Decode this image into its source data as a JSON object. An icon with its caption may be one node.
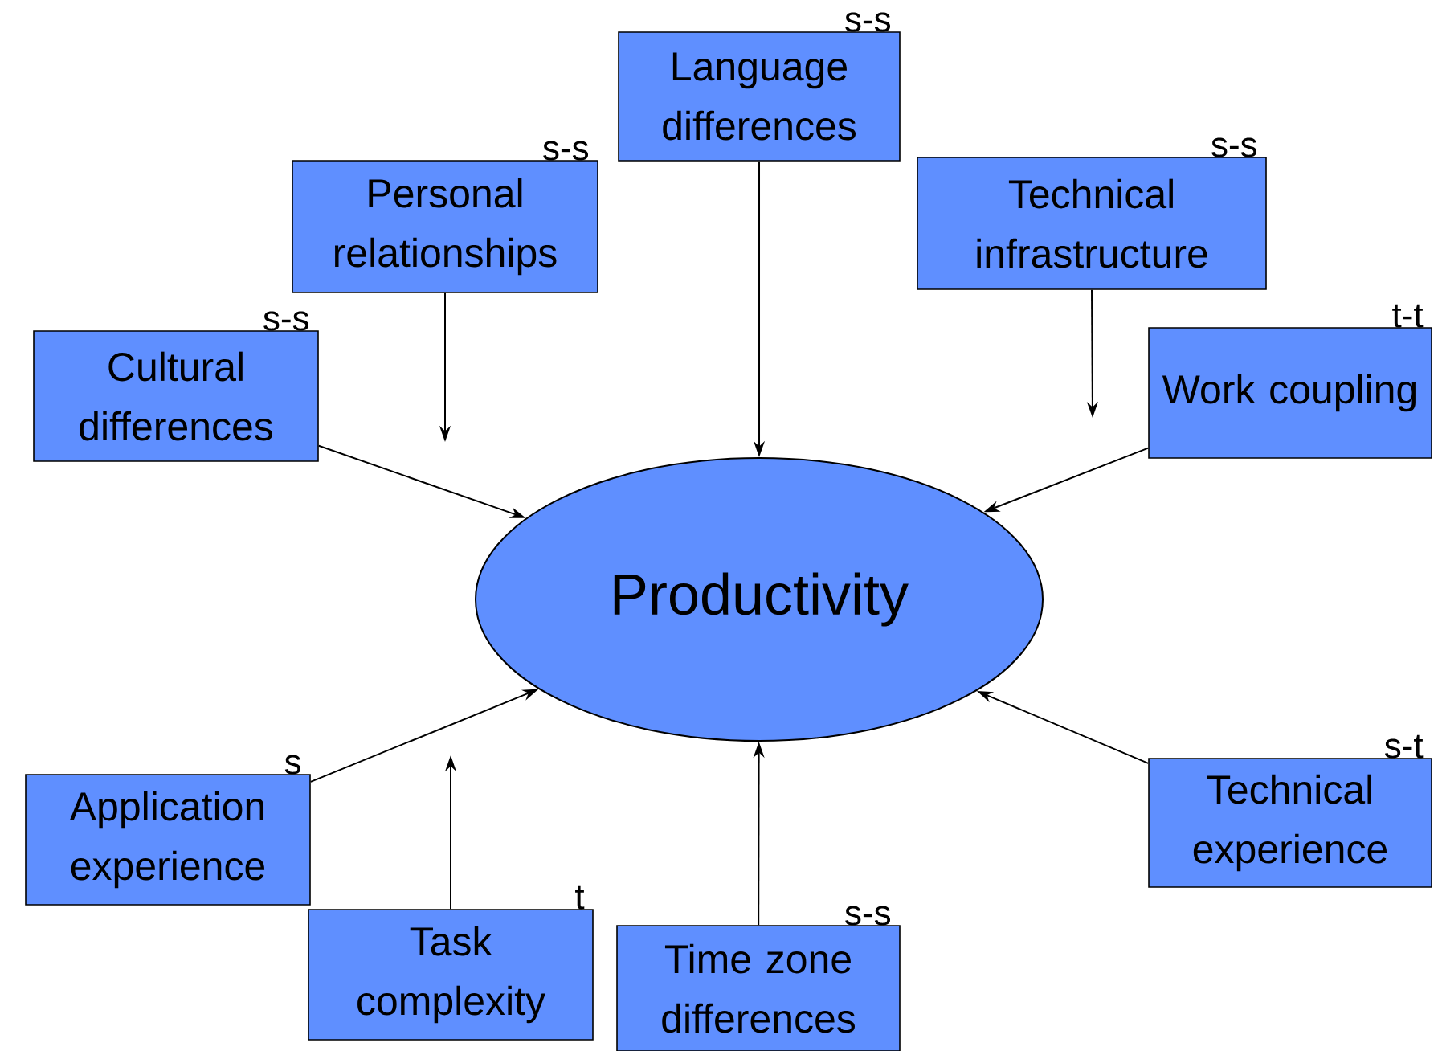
{
  "diagram": {
    "nodes": [
      {
        "text": [
          "Language differences"
        ],
        "beside": [
          "s-s"
        ]
      },
      {
        "text": [
          "Personal relationships"
        ],
        "beside": [
          "s-s"
        ]
      },
      {
        "text": [
          "Technical infrastructure"
        ],
        "beside": [
          "s-s"
        ]
      },
      {
        "text": [
          "Cultural differences"
        ],
        "beside": [
          "s-s"
        ]
      },
      {
        "text": [
          "Work coupling"
        ],
        "beside": [
          "t-t"
        ]
      },
      {
        "text": [
          "Productivity"
        ]
      },
      {
        "text": [
          "Application experience"
        ],
        "beside": [
          "s"
        ]
      },
      {
        "text": [
          "Technical experience"
        ],
        "beside": [
          "s-t"
        ]
      },
      {
        "text": [
          "Task complexity"
        ],
        "beside": [
          "t"
        ]
      },
      {
        "text": [
          "Time zone differences"
        ],
        "beside": [
          "s-s"
        ]
      }
    ],
    "edges": [
      {
        "from": 0,
        "to": 5,
        "arrow": "to"
      },
      {
        "from": 1,
        "to": null,
        "arrow": "to"
      },
      {
        "from": 2,
        "to": null,
        "arrow": "to"
      },
      {
        "from": 3,
        "to": 5,
        "arrow": "to"
      },
      {
        "from": 4,
        "to": 5,
        "arrow": "to"
      },
      {
        "from": 6,
        "to": 5,
        "arrow": "to"
      },
      {
        "from": 7,
        "to": 5,
        "arrow": "to"
      },
      {
        "from": 8,
        "to": null,
        "arrow": "to"
      },
      {
        "from": 9,
        "to": 5,
        "arrow": "to"
      }
    ]
  }
}
